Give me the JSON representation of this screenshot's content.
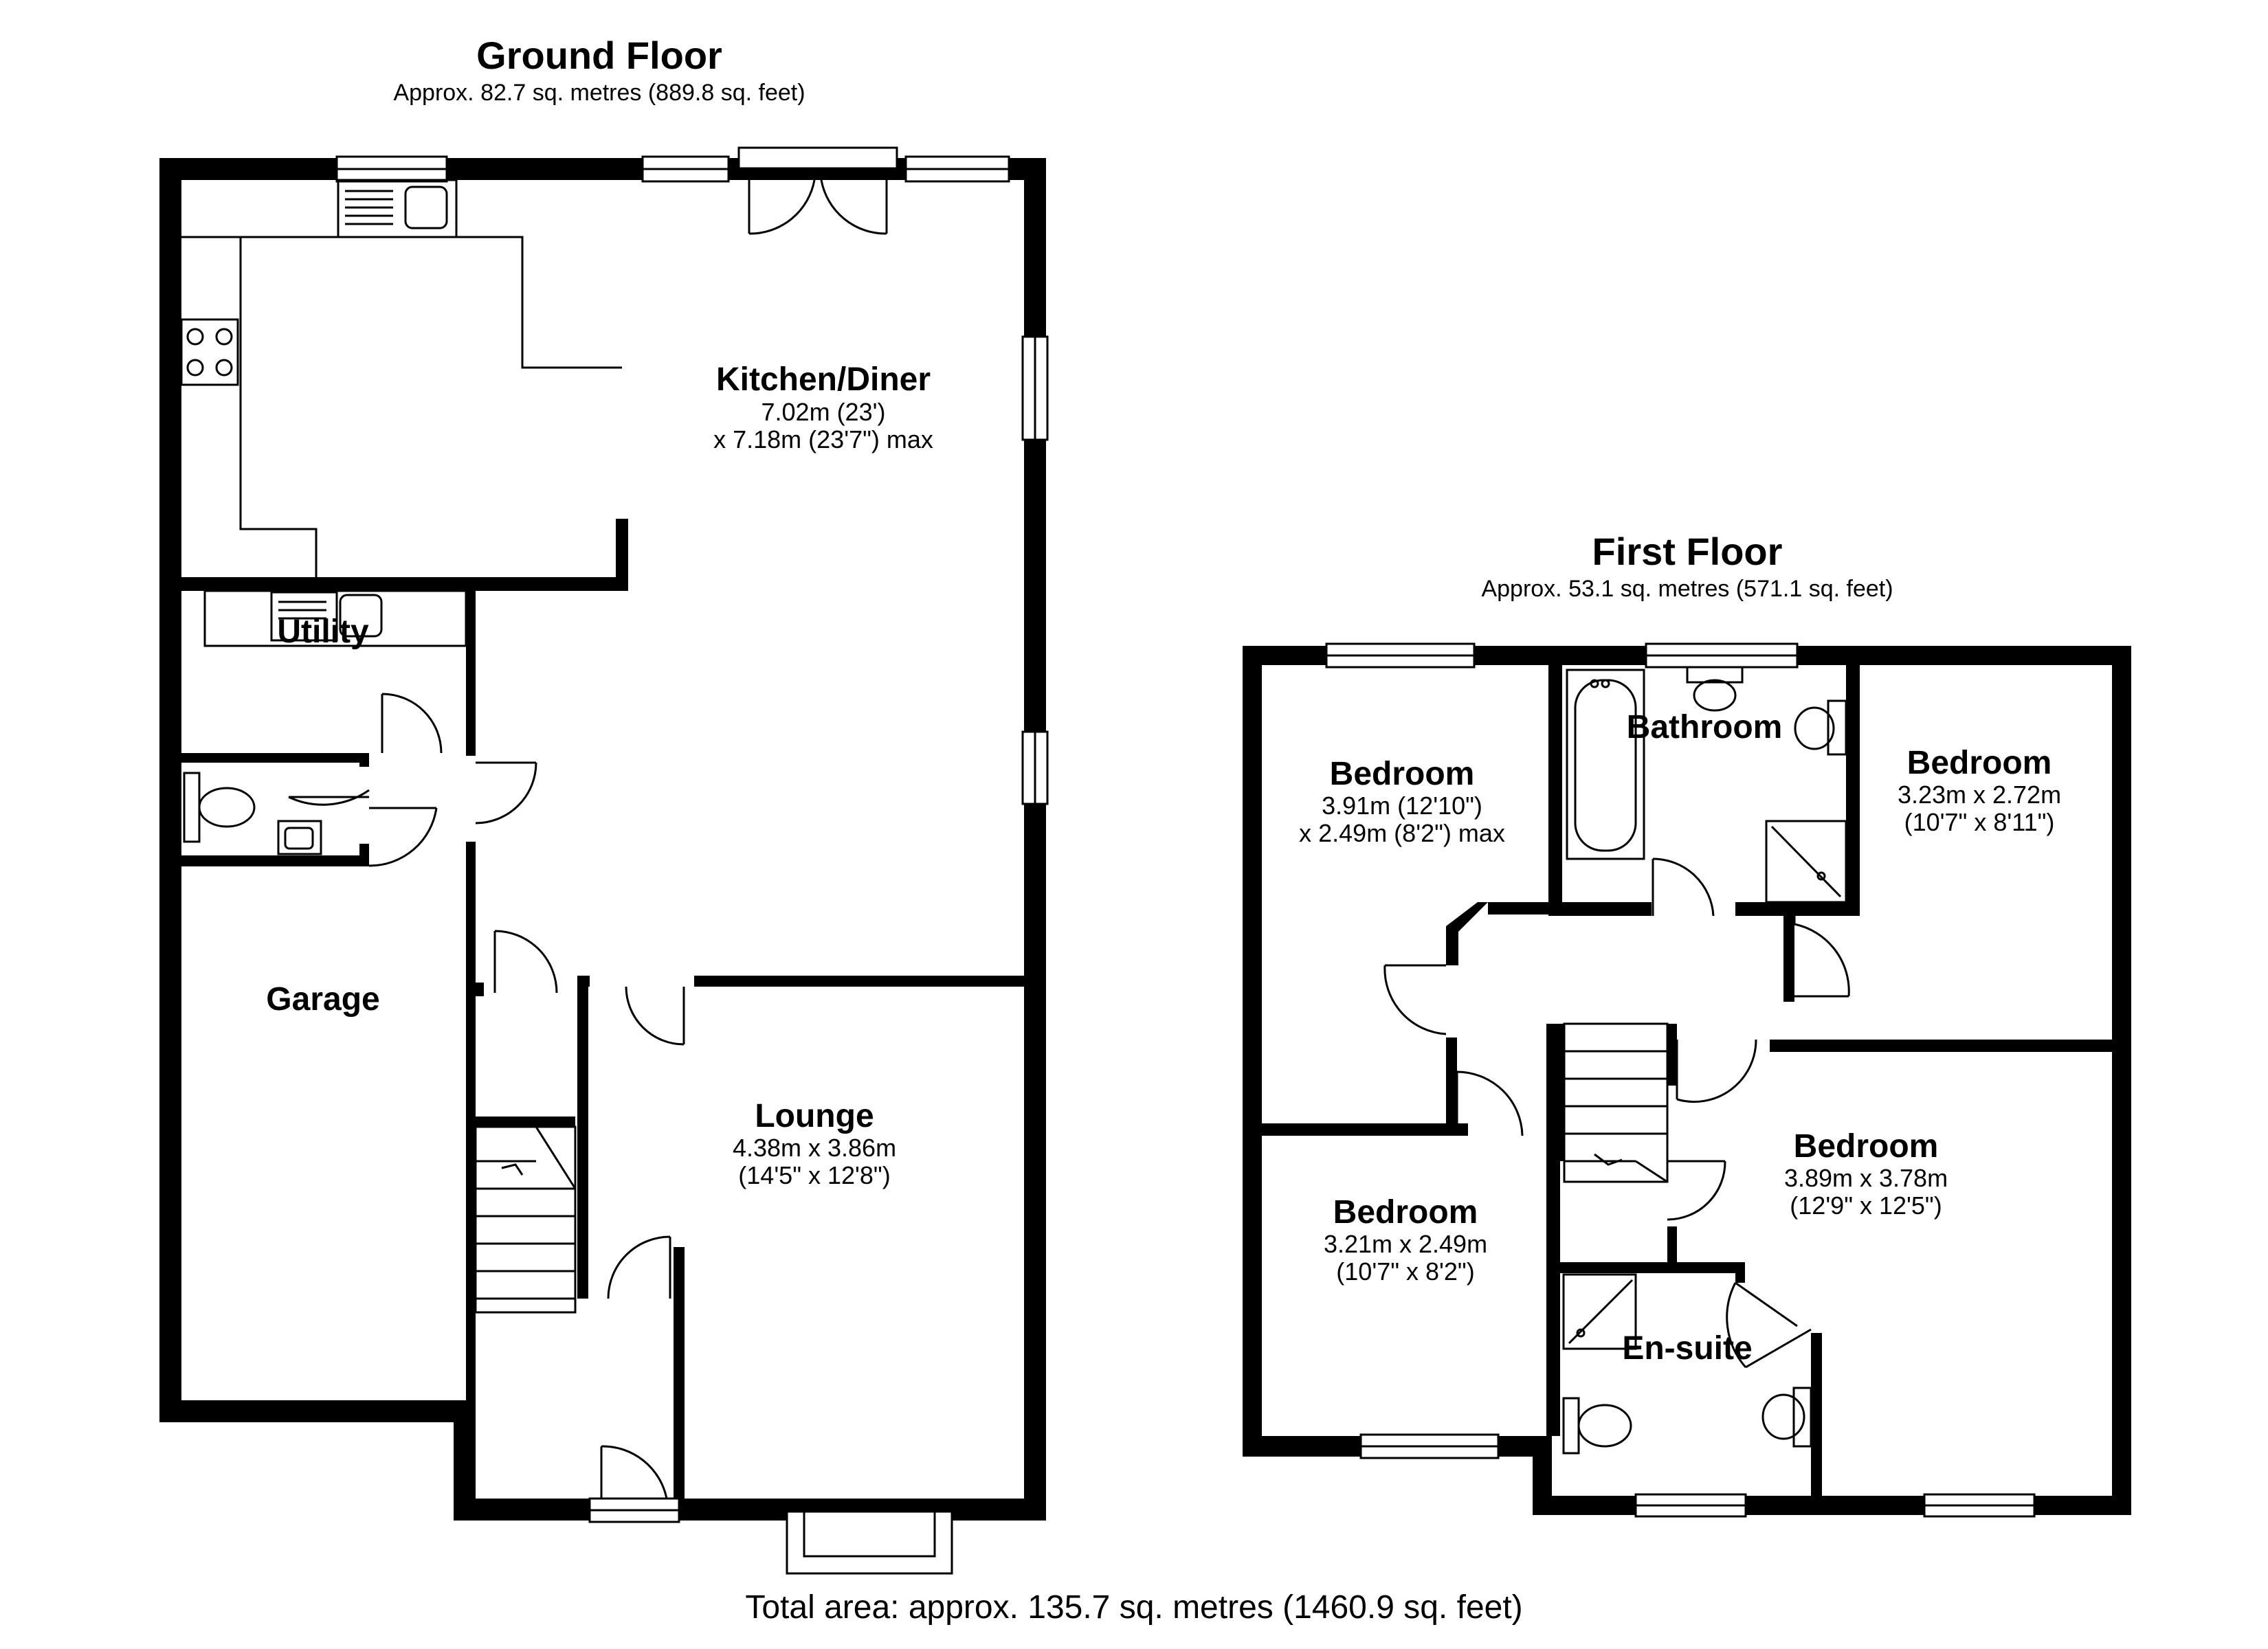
{
  "floors": {
    "ground": {
      "title": "Ground Floor",
      "area": "Approx. 82.7 sq. metres (889.8 sq. feet)",
      "rooms": {
        "kitchen": {
          "name": "Kitchen/Diner",
          "dim1": "7.02m (23')",
          "dim2": "x 7.18m (23'7\") max"
        },
        "utility": {
          "name": "Utility"
        },
        "garage": {
          "name": "Garage"
        },
        "lounge": {
          "name": "Lounge",
          "dim1": "4.38m x 3.86m",
          "dim2": "(14'5\" x 12'8\")"
        }
      }
    },
    "first": {
      "title": "First Floor",
      "area": "Approx. 53.1 sq. metres (571.1 sq. feet)",
      "rooms": {
        "bedroom_nw": {
          "name": "Bedroom",
          "dim1": "3.91m (12'10\")",
          "dim2": "x 2.49m (8'2\") max"
        },
        "bathroom": {
          "name": "Bathroom"
        },
        "bedroom_ne": {
          "name": "Bedroom",
          "dim1": "3.23m x 2.72m",
          "dim2": "(10'7\" x 8'11\")"
        },
        "bedroom_sw": {
          "name": "Bedroom",
          "dim1": "3.21m x 2.49m",
          "dim2": "(10'7\" x 8'2\")"
        },
        "ensuite": {
          "name": "En-suite"
        },
        "bedroom_se": {
          "name": "Bedroom",
          "dim1": "3.89m x 3.78m",
          "dim2": "(12'9\" x 12'5\")"
        }
      }
    }
  },
  "total_area": "Total area: approx. 135.7 sq. metres (1460.9 sq. feet)"
}
